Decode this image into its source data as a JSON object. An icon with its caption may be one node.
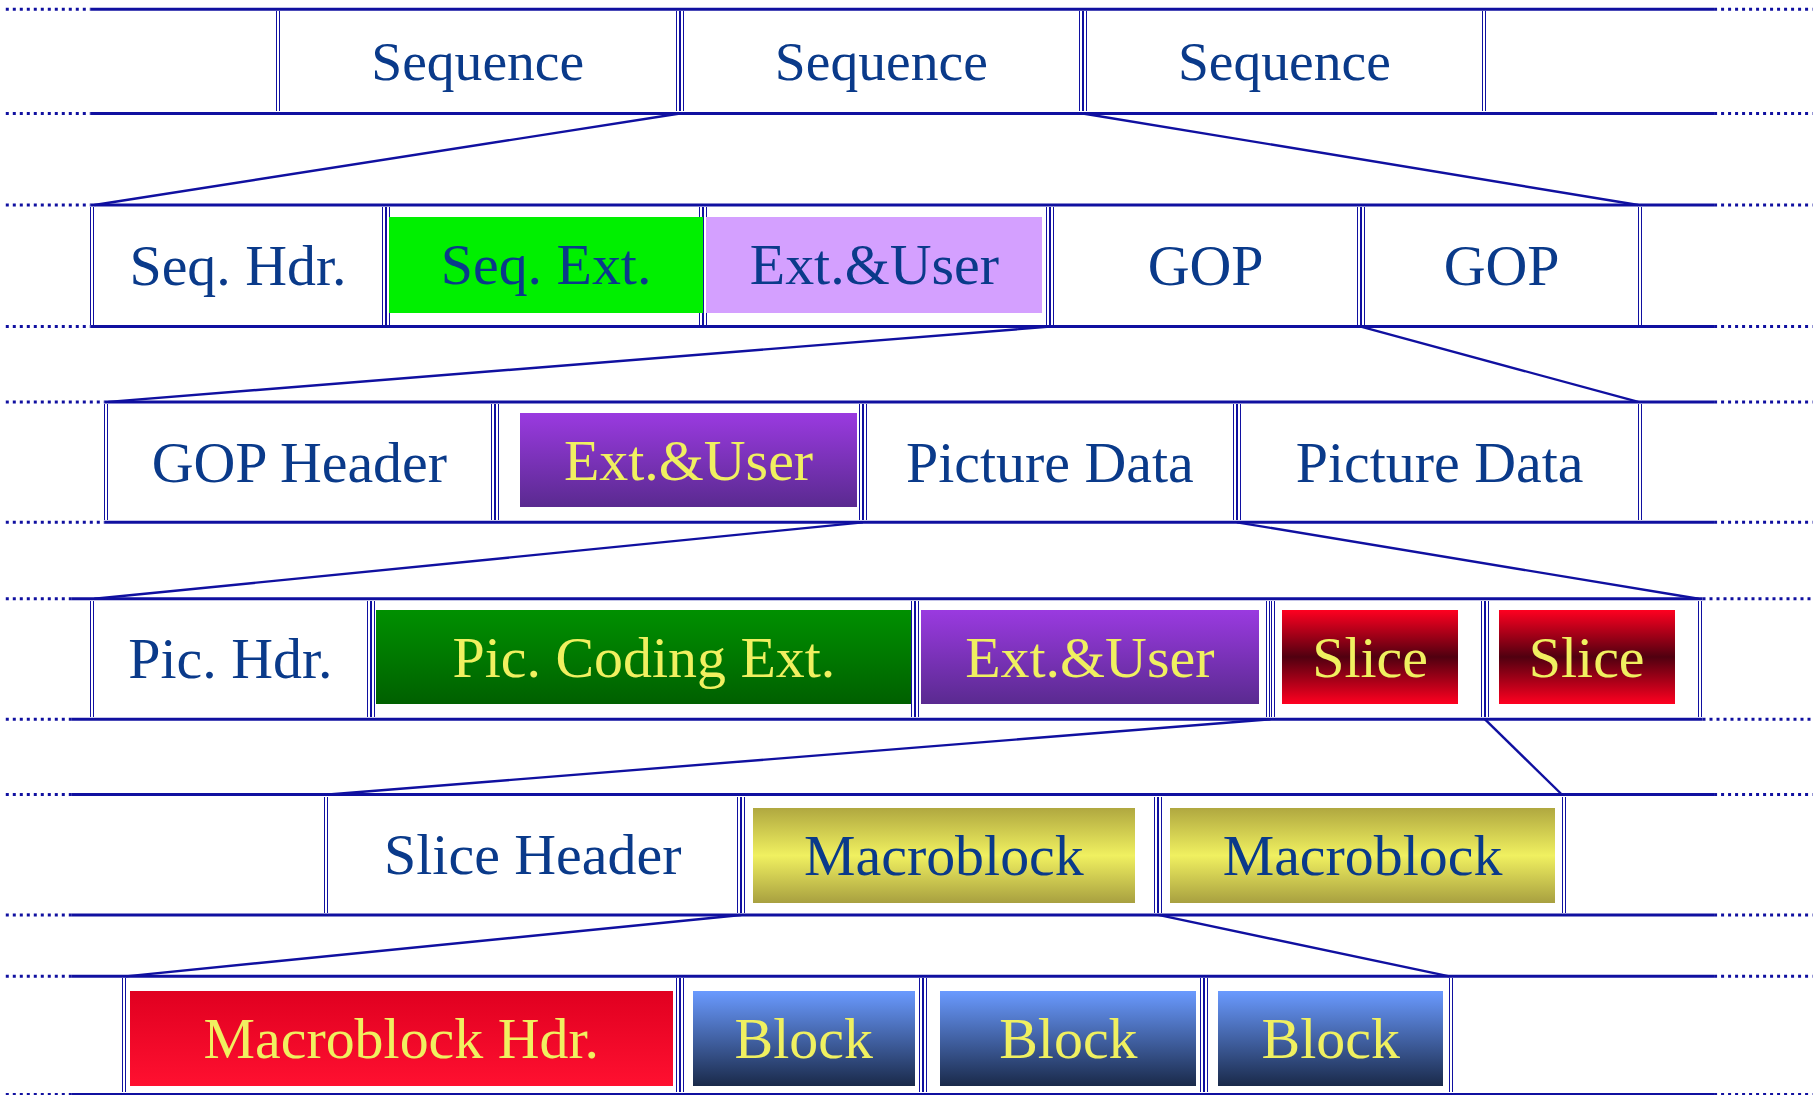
{
  "diagram": {
    "nodes": [
      {
        "text": [
          "Sequence"
        ]
      },
      {
        "text": [
          "Sequence"
        ]
      },
      {
        "text": [
          "Sequence"
        ]
      },
      {
        "text": [
          "Seq.  Hdr."
        ]
      },
      {
        "text": [
          "Seq. Ext."
        ]
      },
      {
        "text": [
          "Ext.&User"
        ]
      },
      {
        "text": [
          "GOP"
        ]
      },
      {
        "text": [
          "GOP"
        ]
      },
      {
        "text": [
          "GOP Header"
        ]
      },
      {
        "text": [
          "Ext.&User"
        ]
      },
      {
        "text": [
          "Picture Data"
        ]
      },
      {
        "text": [
          "Picture Data"
        ]
      },
      {
        "text": [
          "Pic. Hdr."
        ]
      },
      {
        "text": [
          "Pic. Coding Ext."
        ]
      },
      {
        "text": [
          "Ext.&User"
        ]
      },
      {
        "text": [
          "Slice"
        ]
      },
      {
        "text": [
          "Slice"
        ]
      },
      {
        "text": [
          "Slice Header"
        ]
      },
      {
        "text": [
          "Macroblock"
        ]
      },
      {
        "text": [
          "Macroblock"
        ]
      },
      {
        "text": [
          "Macroblock Hdr."
        ]
      },
      {
        "text": [
          "Block"
        ]
      },
      {
        "text": [
          "Block"
        ]
      },
      {
        "text": [
          "Block"
        ]
      }
    ],
    "edges": [
      {
        "from": 1,
        "to": 3,
        "arrow": "none"
      },
      {
        "from": 1,
        "to": 7,
        "arrow": "none"
      },
      {
        "from": 6,
        "to": 8,
        "arrow": "none"
      },
      {
        "from": 6,
        "to": 11,
        "arrow": "none"
      },
      {
        "from": 10,
        "to": 12,
        "arrow": "none"
      },
      {
        "from": 10,
        "to": 16,
        "arrow": "none"
      },
      {
        "from": 15,
        "to": 17,
        "arrow": "none"
      },
      {
        "from": 15,
        "to": 19,
        "arrow": "none"
      },
      {
        "from": 18,
        "to": 20,
        "arrow": "none"
      },
      {
        "from": 18,
        "to": 23,
        "arrow": "none"
      }
    ]
  }
}
